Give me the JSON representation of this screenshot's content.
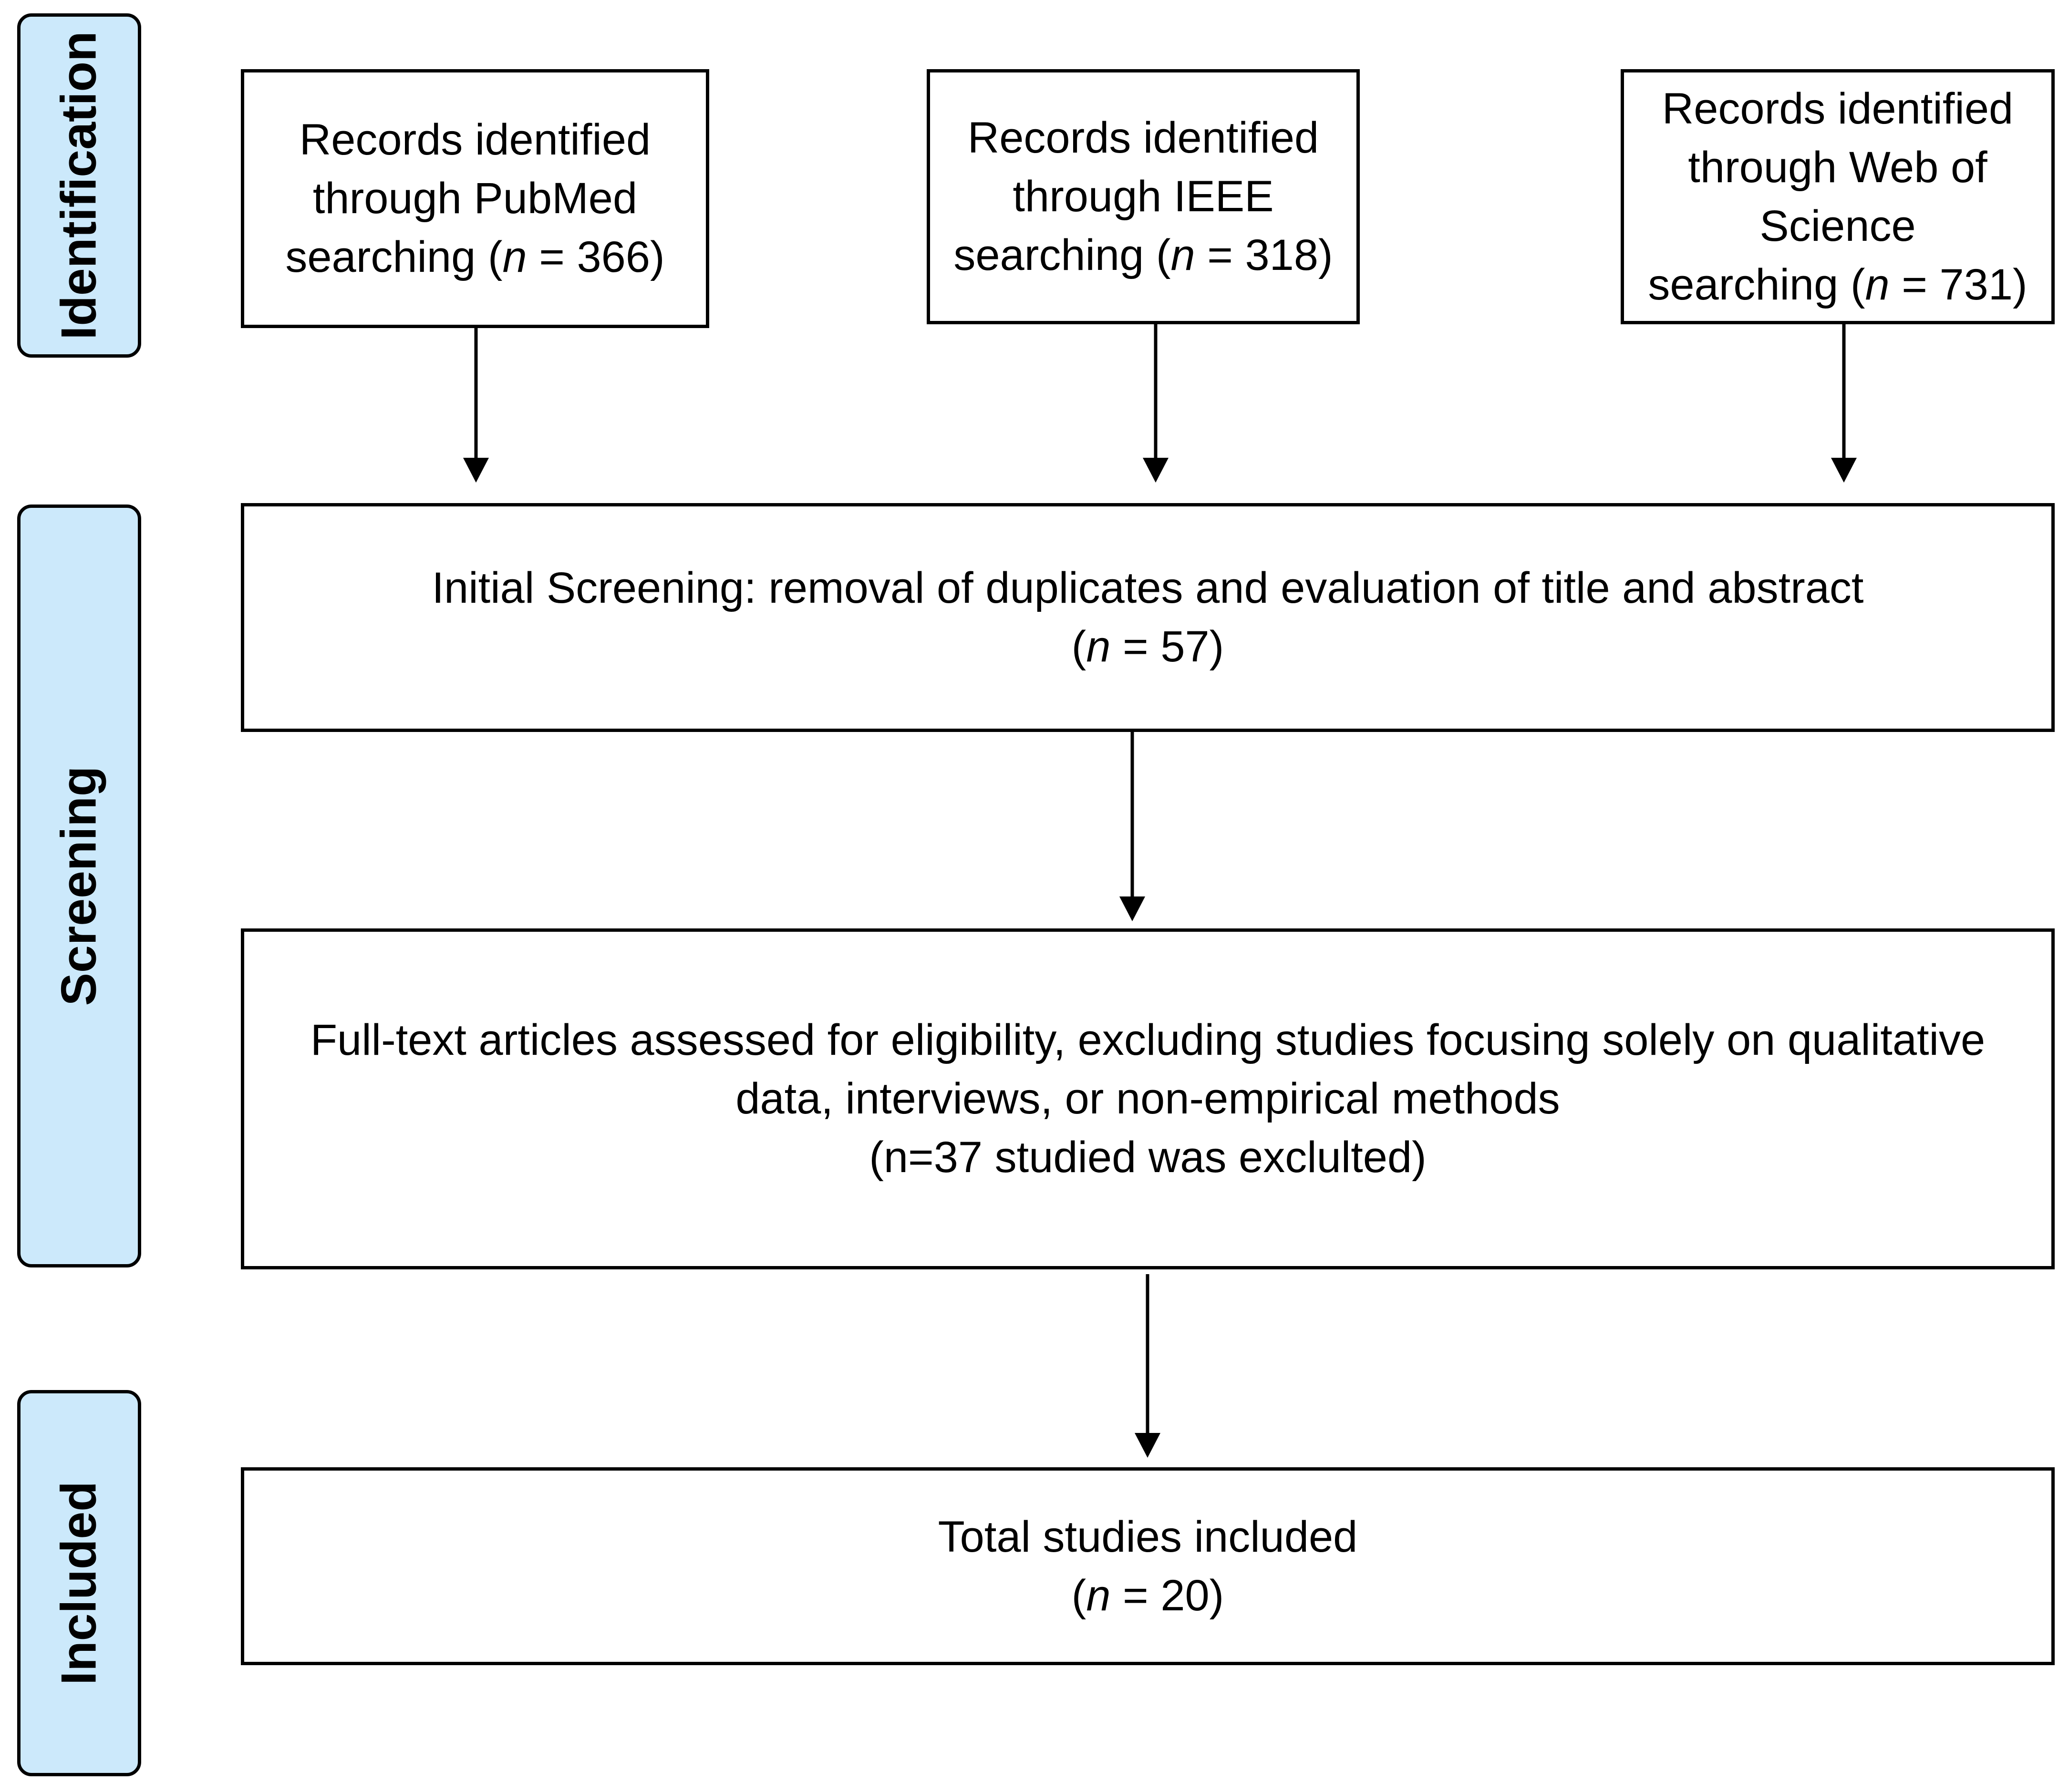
{
  "stages": {
    "identification": "Identification",
    "screening": "Screening",
    "included": "Included"
  },
  "sources": [
    {
      "lines": [
        "Records identified",
        "through PubMed"
      ],
      "prefix": "searching (",
      "n_var": "n",
      "n_rest": " = 366)"
    },
    {
      "lines": [
        "Records identified",
        "through IEEE"
      ],
      "prefix": "searching (",
      "n_var": "n",
      "n_rest": " = 318)"
    },
    {
      "lines": [
        "Records identified",
        "through Web of",
        "Science"
      ],
      "prefix": "searching (",
      "n_var": "n",
      "n_rest": " = 731)"
    }
  ],
  "initial_screening": {
    "text": "Initial Screening: removal of duplicates and evaluation of title and abstract",
    "prefix": "(",
    "n_var": "n",
    "n_rest": " = 57)"
  },
  "full_text": {
    "lines": [
      "Full-text articles assessed for eligibility,  excluding studies focusing solely on qualitative",
      "data, interviews, or non-empirical methods",
      "(n=37 studied was exclulted)"
    ]
  },
  "included_box": {
    "text": "Total studies included",
    "prefix": "(",
    "n_var": "n",
    "n_rest": " = 20)"
  },
  "colors": {
    "stage_fill": "#cce9fb",
    "border": "#000000",
    "box_fill": "#ffffff"
  }
}
